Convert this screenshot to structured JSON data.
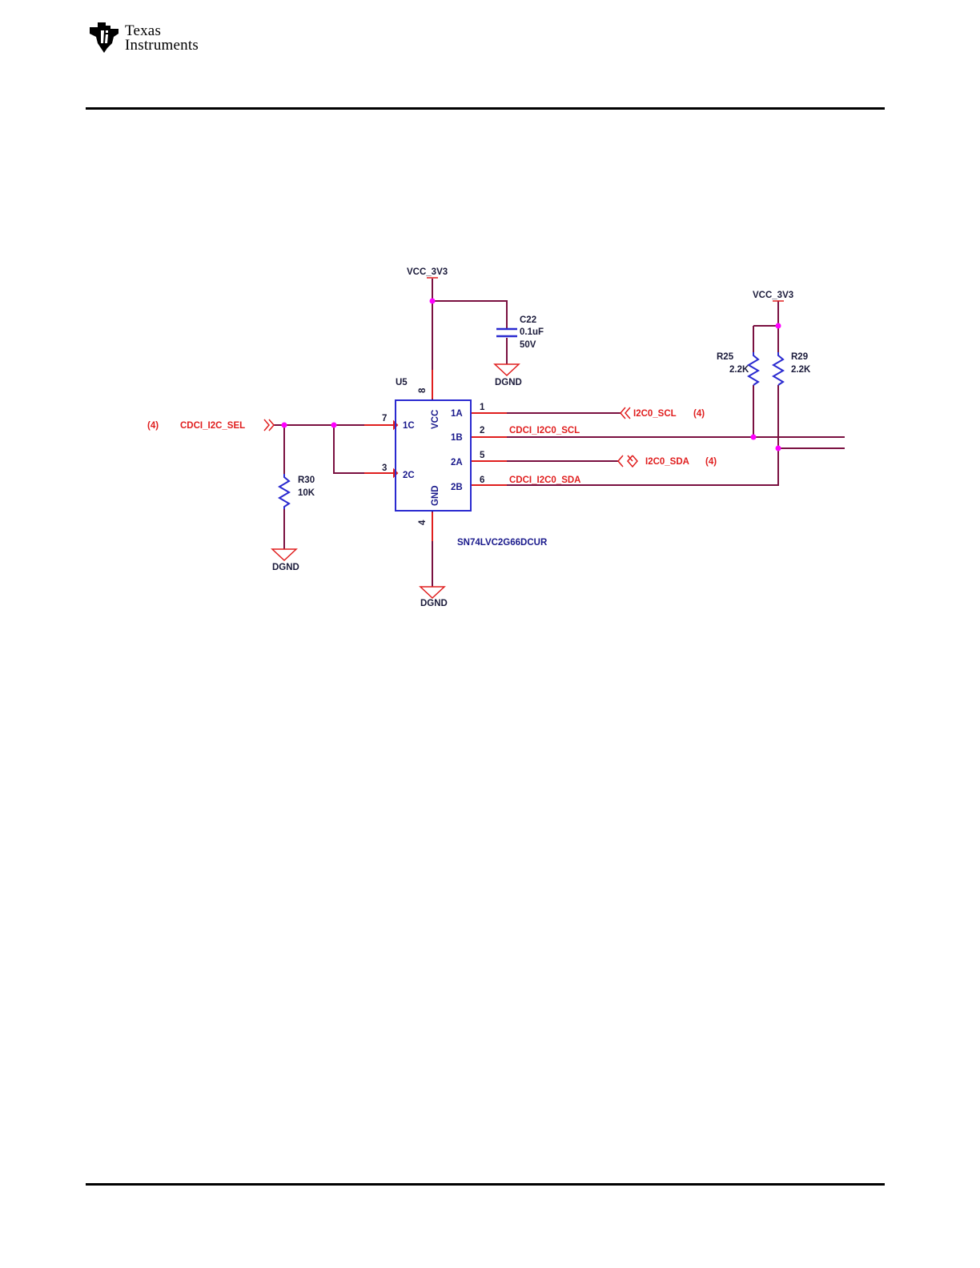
{
  "header": {
    "logo_line1": "Texas",
    "logo_line2": "Instruments"
  },
  "schematic": {
    "ic": {
      "ref": "U5",
      "part": "SN74LVC2G66DCUR",
      "vcc_label": "VCC",
      "gnd_label": "GND",
      "pins_left": [
        "1C",
        "2C"
      ],
      "pins_right": [
        "1A",
        "1B",
        "2A",
        "2B"
      ],
      "pin_num_1c": "7",
      "pin_num_2c": "3",
      "pin_num_1a": "1",
      "pin_num_1b": "2",
      "pin_num_2a": "5",
      "pin_num_2b": "6",
      "pin_num_vcc": "8",
      "pin_num_gnd": "4"
    },
    "power": {
      "vcc_top": "VCC_3V3",
      "vcc_right": "VCC_3V3",
      "gnd_cap": "DGND",
      "gnd_r30": "DGND",
      "gnd_ic": "DGND"
    },
    "c22": {
      "ref": "C22",
      "value": "0.1uF",
      "voltage": "50V"
    },
    "r25": {
      "ref": "R25",
      "value": "2.2K"
    },
    "r29": {
      "ref": "R29",
      "value": "2.2K"
    },
    "r30": {
      "ref": "R30",
      "value": "10K"
    },
    "nets": {
      "sel": "CDCI_I2C_SEL",
      "sel_ref": "(4)",
      "scl_port": "I2C0_SCL",
      "scl_ref": "(4)",
      "sda_port": "I2C0_SDA",
      "sda_ref": "(4)",
      "cdci_scl": "CDCI_I2C0_SCL",
      "cdci_sda": "CDCI_I2C0_SDA"
    },
    "colors": {
      "wire": "#7a1040",
      "pin": "#e01e1e",
      "component": "#2a2ad0",
      "junction": "#ff00ff",
      "text": "#1a1a3a"
    }
  }
}
